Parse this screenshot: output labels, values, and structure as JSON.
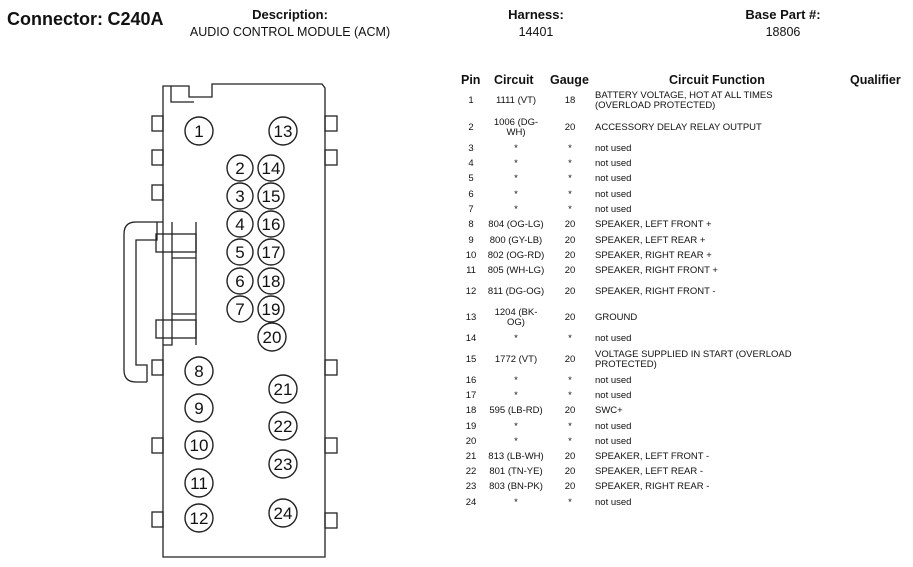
{
  "connector": {
    "label": "Connector:",
    "value": "C240A"
  },
  "description": {
    "label": "Description:",
    "value": "AUDIO CONTROL MODULE (ACM)"
  },
  "harness": {
    "label": "Harness:",
    "value": "14401"
  },
  "base_part": {
    "label": "Base Part #:",
    "value": "18806"
  },
  "table": {
    "headers": {
      "pin": "Pin",
      "circuit": "Circuit",
      "gauge": "Gauge",
      "function": "Circuit Function",
      "qualifier": "Qualifier"
    },
    "rows": [
      {
        "pin": "1",
        "circuit": "1111 (VT)",
        "gauge": "18",
        "function": "BATTERY VOLTAGE, HOT AT ALL TIMES (OVERLOAD PROTECTED)"
      },
      {
        "pin": "2",
        "circuit": "1006 (DG-WH)",
        "gauge": "20",
        "function": "ACCESSORY DELAY RELAY OUTPUT"
      },
      {
        "pin": "3",
        "circuit": "*",
        "gauge": "*",
        "function": "not used"
      },
      {
        "pin": "4",
        "circuit": "*",
        "gauge": "*",
        "function": "not used"
      },
      {
        "pin": "5",
        "circuit": "*",
        "gauge": "*",
        "function": "not used"
      },
      {
        "pin": "6",
        "circuit": "*",
        "gauge": "*",
        "function": "not used"
      },
      {
        "pin": "7",
        "circuit": "*",
        "gauge": "*",
        "function": "not used"
      },
      {
        "pin": "8",
        "circuit": "804 (OG-LG)",
        "gauge": "20",
        "function": "SPEAKER, LEFT FRONT +"
      },
      {
        "pin": "9",
        "circuit": "800 (GY-LB)",
        "gauge": "20",
        "function": "SPEAKER, LEFT REAR +"
      },
      {
        "pin": "10",
        "circuit": "802 (OG-RD)",
        "gauge": "20",
        "function": "SPEAKER, RIGHT REAR +"
      },
      {
        "pin": "11",
        "circuit": "805 (WH-LG)",
        "gauge": "20",
        "function": "SPEAKER, RIGHT FRONT +"
      },
      {
        "pin": "12",
        "circuit": "811 (DG-OG)",
        "gauge": "20",
        "function": "SPEAKER, RIGHT FRONT -"
      },
      {
        "pin": "13",
        "circuit": "1204 (BK-OG)",
        "gauge": "20",
        "function": "GROUND"
      },
      {
        "pin": "14",
        "circuit": "*",
        "gauge": "*",
        "function": "not used"
      },
      {
        "pin": "15",
        "circuit": "1772 (VT)",
        "gauge": "20",
        "function": "VOLTAGE SUPPLIED IN START (OVERLOAD PROTECTED)"
      },
      {
        "pin": "16",
        "circuit": "*",
        "gauge": "*",
        "function": "not used"
      },
      {
        "pin": "17",
        "circuit": "*",
        "gauge": "*",
        "function": "not used"
      },
      {
        "pin": "18",
        "circuit": "595 (LB-RD)",
        "gauge": "20",
        "function": "SWC+"
      },
      {
        "pin": "19",
        "circuit": "*",
        "gauge": "*",
        "function": "not used"
      },
      {
        "pin": "20",
        "circuit": "*",
        "gauge": "*",
        "function": "not used"
      },
      {
        "pin": "21",
        "circuit": "813 (LB-WH)",
        "gauge": "20",
        "function": "SPEAKER, LEFT FRONT -"
      },
      {
        "pin": "22",
        "circuit": "801 (TN-YE)",
        "gauge": "20",
        "function": "SPEAKER, LEFT REAR -"
      },
      {
        "pin": "23",
        "circuit": "803 (BN-PK)",
        "gauge": "20",
        "function": "SPEAKER, RIGHT REAR -"
      },
      {
        "pin": "24",
        "circuit": "*",
        "gauge": "*",
        "function": "not used"
      }
    ]
  },
  "pins": [
    "1",
    "2",
    "3",
    "4",
    "5",
    "6",
    "7",
    "8",
    "9",
    "10",
    "11",
    "12",
    "13",
    "14",
    "15",
    "16",
    "17",
    "18",
    "19",
    "20",
    "21",
    "22",
    "23",
    "24"
  ]
}
